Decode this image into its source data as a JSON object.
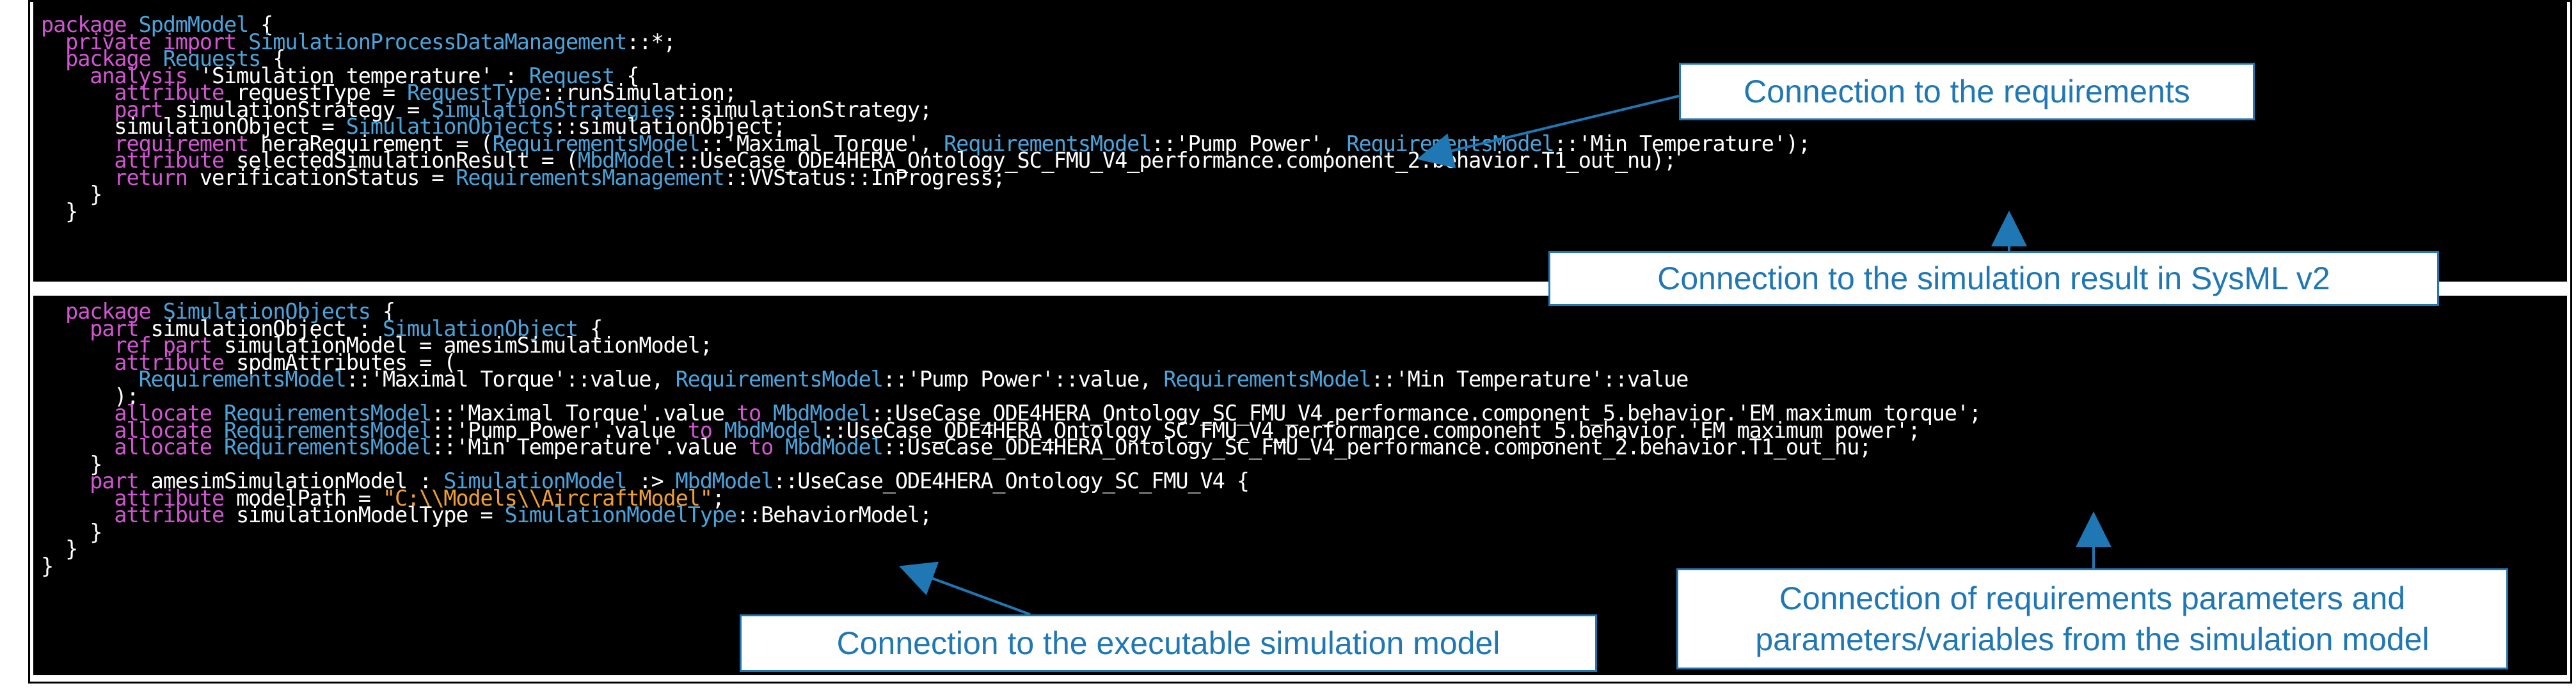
{
  "top_code": [
    [
      [
        "kw",
        "package "
      ],
      [
        "ty",
        "SpdmModel"
      ],
      [
        "pl",
        " {"
      ]
    ],
    [
      [
        "pl",
        "  "
      ],
      [
        "kw",
        "private import "
      ],
      [
        "ty",
        "SimulationProcessDataManagement"
      ],
      [
        "pl",
        "::*;"
      ]
    ],
    [
      [
        "pl",
        "  "
      ],
      [
        "kw",
        "package "
      ],
      [
        "ty",
        "Requests"
      ],
      [
        "pl",
        " {"
      ]
    ],
    [
      [
        "pl",
        "    "
      ],
      [
        "kw",
        "analysis "
      ],
      [
        "pl",
        "'Simulation temperature' : "
      ],
      [
        "ty",
        "Request"
      ],
      [
        "pl",
        " {"
      ]
    ],
    [
      [
        "pl",
        "      "
      ],
      [
        "kw",
        "attribute "
      ],
      [
        "pl",
        "requestType = "
      ],
      [
        "ty",
        "RequestType"
      ],
      [
        "pl",
        "::runSimulation;"
      ]
    ],
    [
      [
        "pl",
        "      "
      ],
      [
        "kw",
        "part "
      ],
      [
        "pl",
        "simulationStrategy = "
      ],
      [
        "ty",
        "SimulationStrategies"
      ],
      [
        "pl",
        "::simulationStrategy;"
      ]
    ],
    [
      [
        "pl",
        "      simulationObject = "
      ],
      [
        "ty",
        "SimulationObjects"
      ],
      [
        "pl",
        "::simulationObject;"
      ]
    ],
    [
      [
        "pl",
        "      "
      ],
      [
        "kw",
        "requirement "
      ],
      [
        "pl",
        "heraRequirement = ("
      ],
      [
        "ty",
        "RequirementsModel"
      ],
      [
        "pl",
        "::'Maximal Torque', "
      ],
      [
        "ty",
        "RequirementsModel"
      ],
      [
        "pl",
        "::'Pump Power', "
      ],
      [
        "ty",
        "RequirementsModel"
      ],
      [
        "pl",
        "::'Min Temperature');"
      ]
    ],
    [
      [
        "pl",
        "      "
      ],
      [
        "kw",
        "attribute "
      ],
      [
        "pl",
        "selectedSimulationResult = ("
      ],
      [
        "ty",
        "MbdModel"
      ],
      [
        "pl",
        "::UseCase_ODE4HERA_Ontology_SC_FMU_V4_performance.component_2.behavior.T1_out_nu);"
      ]
    ],
    [
      [
        "pl",
        "      "
      ],
      [
        "kw",
        "return "
      ],
      [
        "pl",
        "verificationStatus = "
      ],
      [
        "ty",
        "RequirementsManagement"
      ],
      [
        "pl",
        "::VVStatus::InProgress;"
      ]
    ],
    [
      [
        "pl",
        "    }"
      ]
    ],
    [
      [
        "pl",
        "  }"
      ]
    ]
  ],
  "bottom_code": [
    [
      [
        "pl",
        "  "
      ],
      [
        "kw",
        "package "
      ],
      [
        "ty",
        "SimulationObjects"
      ],
      [
        "pl",
        " {"
      ]
    ],
    [
      [
        "pl",
        "    "
      ],
      [
        "kw",
        "part "
      ],
      [
        "pl",
        "simulationObject : "
      ],
      [
        "ty",
        "SimulationObject"
      ],
      [
        "pl",
        " {"
      ]
    ],
    [
      [
        "pl",
        "      "
      ],
      [
        "kw",
        "ref part "
      ],
      [
        "pl",
        "simulationModel = amesimSimulationModel;"
      ]
    ],
    [
      [
        "pl",
        "      "
      ],
      [
        "kw",
        "attribute "
      ],
      [
        "pl",
        "spdmAttributes = ("
      ]
    ],
    [
      [
        "pl",
        "        "
      ],
      [
        "ty",
        "RequirementsModel"
      ],
      [
        "pl",
        "::'Maximal Torque'::value, "
      ],
      [
        "ty",
        "RequirementsModel"
      ],
      [
        "pl",
        "::'Pump Power'::value, "
      ],
      [
        "ty",
        "RequirementsModel"
      ],
      [
        "pl",
        "::'Min Temperature'::value"
      ]
    ],
    [
      [
        "pl",
        "      );"
      ]
    ],
    [
      [
        "pl",
        "      "
      ],
      [
        "kw",
        "allocate "
      ],
      [
        "ty",
        "RequirementsModel"
      ],
      [
        "pl",
        "::'Maximal Torque'.value "
      ],
      [
        "kw",
        "to "
      ],
      [
        "ty",
        "MbdModel"
      ],
      [
        "pl",
        "::UseCase_ODE4HERA_Ontology_SC_FMU_V4_performance.component_5.behavior.'EM maximum torque';"
      ]
    ],
    [
      [
        "pl",
        "      "
      ],
      [
        "kw",
        "allocate "
      ],
      [
        "ty",
        "RequirementsModel"
      ],
      [
        "pl",
        "::'Pump Power'.value "
      ],
      [
        "kw",
        "to "
      ],
      [
        "ty",
        "MbdModel"
      ],
      [
        "pl",
        "::UseCase_ODE4HERA_Ontology_SC_FMU_V4_performance.component_5.behavior.'EM maximum power';"
      ]
    ],
    [
      [
        "pl",
        "      "
      ],
      [
        "kw",
        "allocate "
      ],
      [
        "ty",
        "RequirementsModel"
      ],
      [
        "pl",
        "::'Min Temperature'.value "
      ],
      [
        "kw",
        "to "
      ],
      [
        "ty",
        "MbdModel"
      ],
      [
        "pl",
        "::UseCase_ODE4HERA_Ontology_SC_FMU_V4_performance.component_2.behavior.T1_out_nu;"
      ]
    ],
    [
      [
        "pl",
        "    }"
      ]
    ],
    [
      [
        "pl",
        "    "
      ],
      [
        "kw",
        "part "
      ],
      [
        "pl",
        "amesimSimulationModel : "
      ],
      [
        "ty",
        "SimulationModel"
      ],
      [
        "pl",
        " :> "
      ],
      [
        "ty",
        "MbdModel"
      ],
      [
        "pl",
        "::UseCase_ODE4HERA_Ontology_SC_FMU_V4 {"
      ]
    ],
    [
      [
        "pl",
        "      "
      ],
      [
        "kw",
        "attribute "
      ],
      [
        "pl",
        "modelPath = "
      ],
      [
        "st",
        "\"C:\\\\Models\\\\AircraftModel\""
      ],
      [
        "pl",
        ";"
      ]
    ],
    [
      [
        "pl",
        "      "
      ],
      [
        "kw",
        "attribute "
      ],
      [
        "pl",
        "simulationModelType = "
      ],
      [
        "ty",
        "SimulationModelType"
      ],
      [
        "pl",
        "::BehaviorModel;"
      ]
    ],
    [
      [
        "pl",
        "    }"
      ]
    ],
    [
      [
        "pl",
        "  }"
      ]
    ],
    [
      [
        "pl",
        "}"
      ]
    ]
  ],
  "callouts": {
    "requirements": "Connection to the requirements",
    "simresult": "Connection to the simulation result in  SysML v2",
    "params_line1": "Connection of requirements parameters and",
    "params_line2": "parameters/variables from the simulation model",
    "exec": "Connection to the executable simulation model"
  },
  "colors": {
    "keyword": "#d455d4",
    "type": "#4aa4dc",
    "plain": "#ffffff",
    "string": "#f0a030",
    "callout_border": "#1f77b4",
    "callout_text": "#1f77b4",
    "background": "#000000"
  }
}
